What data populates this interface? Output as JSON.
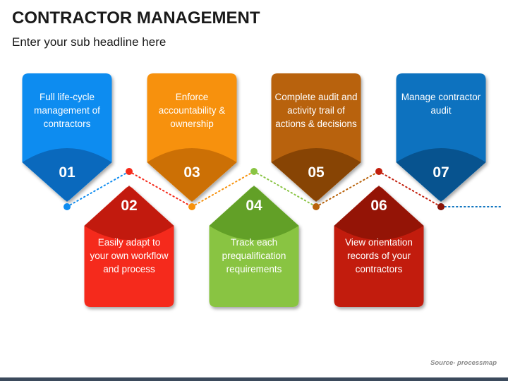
{
  "title": "CONTRACTOR MANAGEMENT",
  "subtitle": "Enter your sub headline here",
  "source": "Source- processmap",
  "steps": [
    {
      "number": "01",
      "text": "Full life-cycle management of contractors",
      "color": "#0e8cf0",
      "dark": "#0a63b4",
      "position": "top"
    },
    {
      "number": "02",
      "text": "Easily adapt to your own workflow and process",
      "color": "#f5291a",
      "dark": "#b8180c",
      "position": "bottom"
    },
    {
      "number": "03",
      "text": "Enforce accountability & ownership",
      "color": "#f7910c",
      "dark": "#c46a05",
      "position": "top"
    },
    {
      "number": "04",
      "text": "Track each prequalification requirements",
      "color": "#89c443",
      "dark": "#5c9a22",
      "position": "bottom"
    },
    {
      "number": "05",
      "text": "Complete audit and activity trail of actions & decisions",
      "color": "#b8620a",
      "dark": "#7e3f04",
      "position": "top"
    },
    {
      "number": "06",
      "text": "View orientation records of your contractors",
      "color": "#c21e0c",
      "dark": "#8c1306",
      "position": "bottom"
    },
    {
      "number": "07",
      "text": "Manage contractor audit",
      "color": "#0b72bf",
      "dark": "#074d86",
      "position": "top"
    }
  ]
}
